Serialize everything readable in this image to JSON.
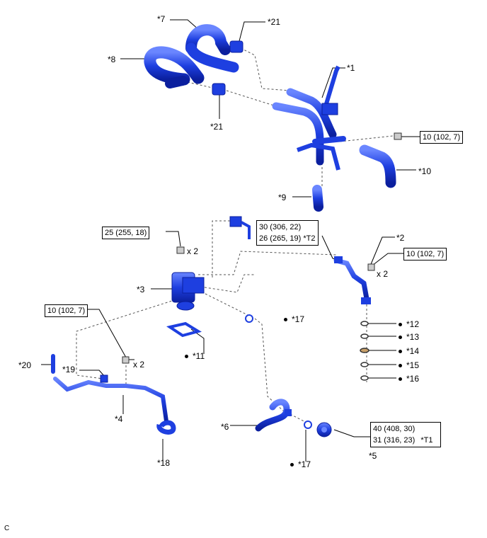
{
  "callouts": {
    "c1": "*1",
    "c2": "*2",
    "c3": "*3",
    "c4": "*4",
    "c5": "*5",
    "c6": "*6",
    "c7": "*7",
    "c8": "*8",
    "c9": "*9",
    "c10": "*10",
    "c11": "*11",
    "c12": "*12",
    "c13": "*13",
    "c14": "*14",
    "c15": "*15",
    "c16": "*16",
    "c17a": "*17",
    "c17b": "*17",
    "c18": "*18",
    "c19": "*19",
    "c20": "*20",
    "c21a": "*21",
    "c21b": "*21"
  },
  "torque": {
    "t_bolt_top": "10 (102, 7)",
    "t_nut_x2_a": "25 (255, 18)",
    "t_pipe_line1": "30 (306, 22)",
    "t_pipe_line2": "26 (265, 19) *T2",
    "t_bolt_right": "10 (102, 7)",
    "t_bolt_left": "10 (102, 7)",
    "t_plug_line1": "40 (408, 30)",
    "t_plug_line2": "31 (316, 23)",
    "t_plug_note": "*T1"
  },
  "qty": {
    "q_nut": "x 2",
    "q_bolt_right": "x 2",
    "q_bolt_left": "x 2"
  },
  "footer": {
    "code": "C"
  },
  "colors": {
    "part": "#1e3fe0",
    "part_dark": "#0b1f9e",
    "part_light": "#6a86ff",
    "line": "#000000",
    "dash": "#555555"
  }
}
